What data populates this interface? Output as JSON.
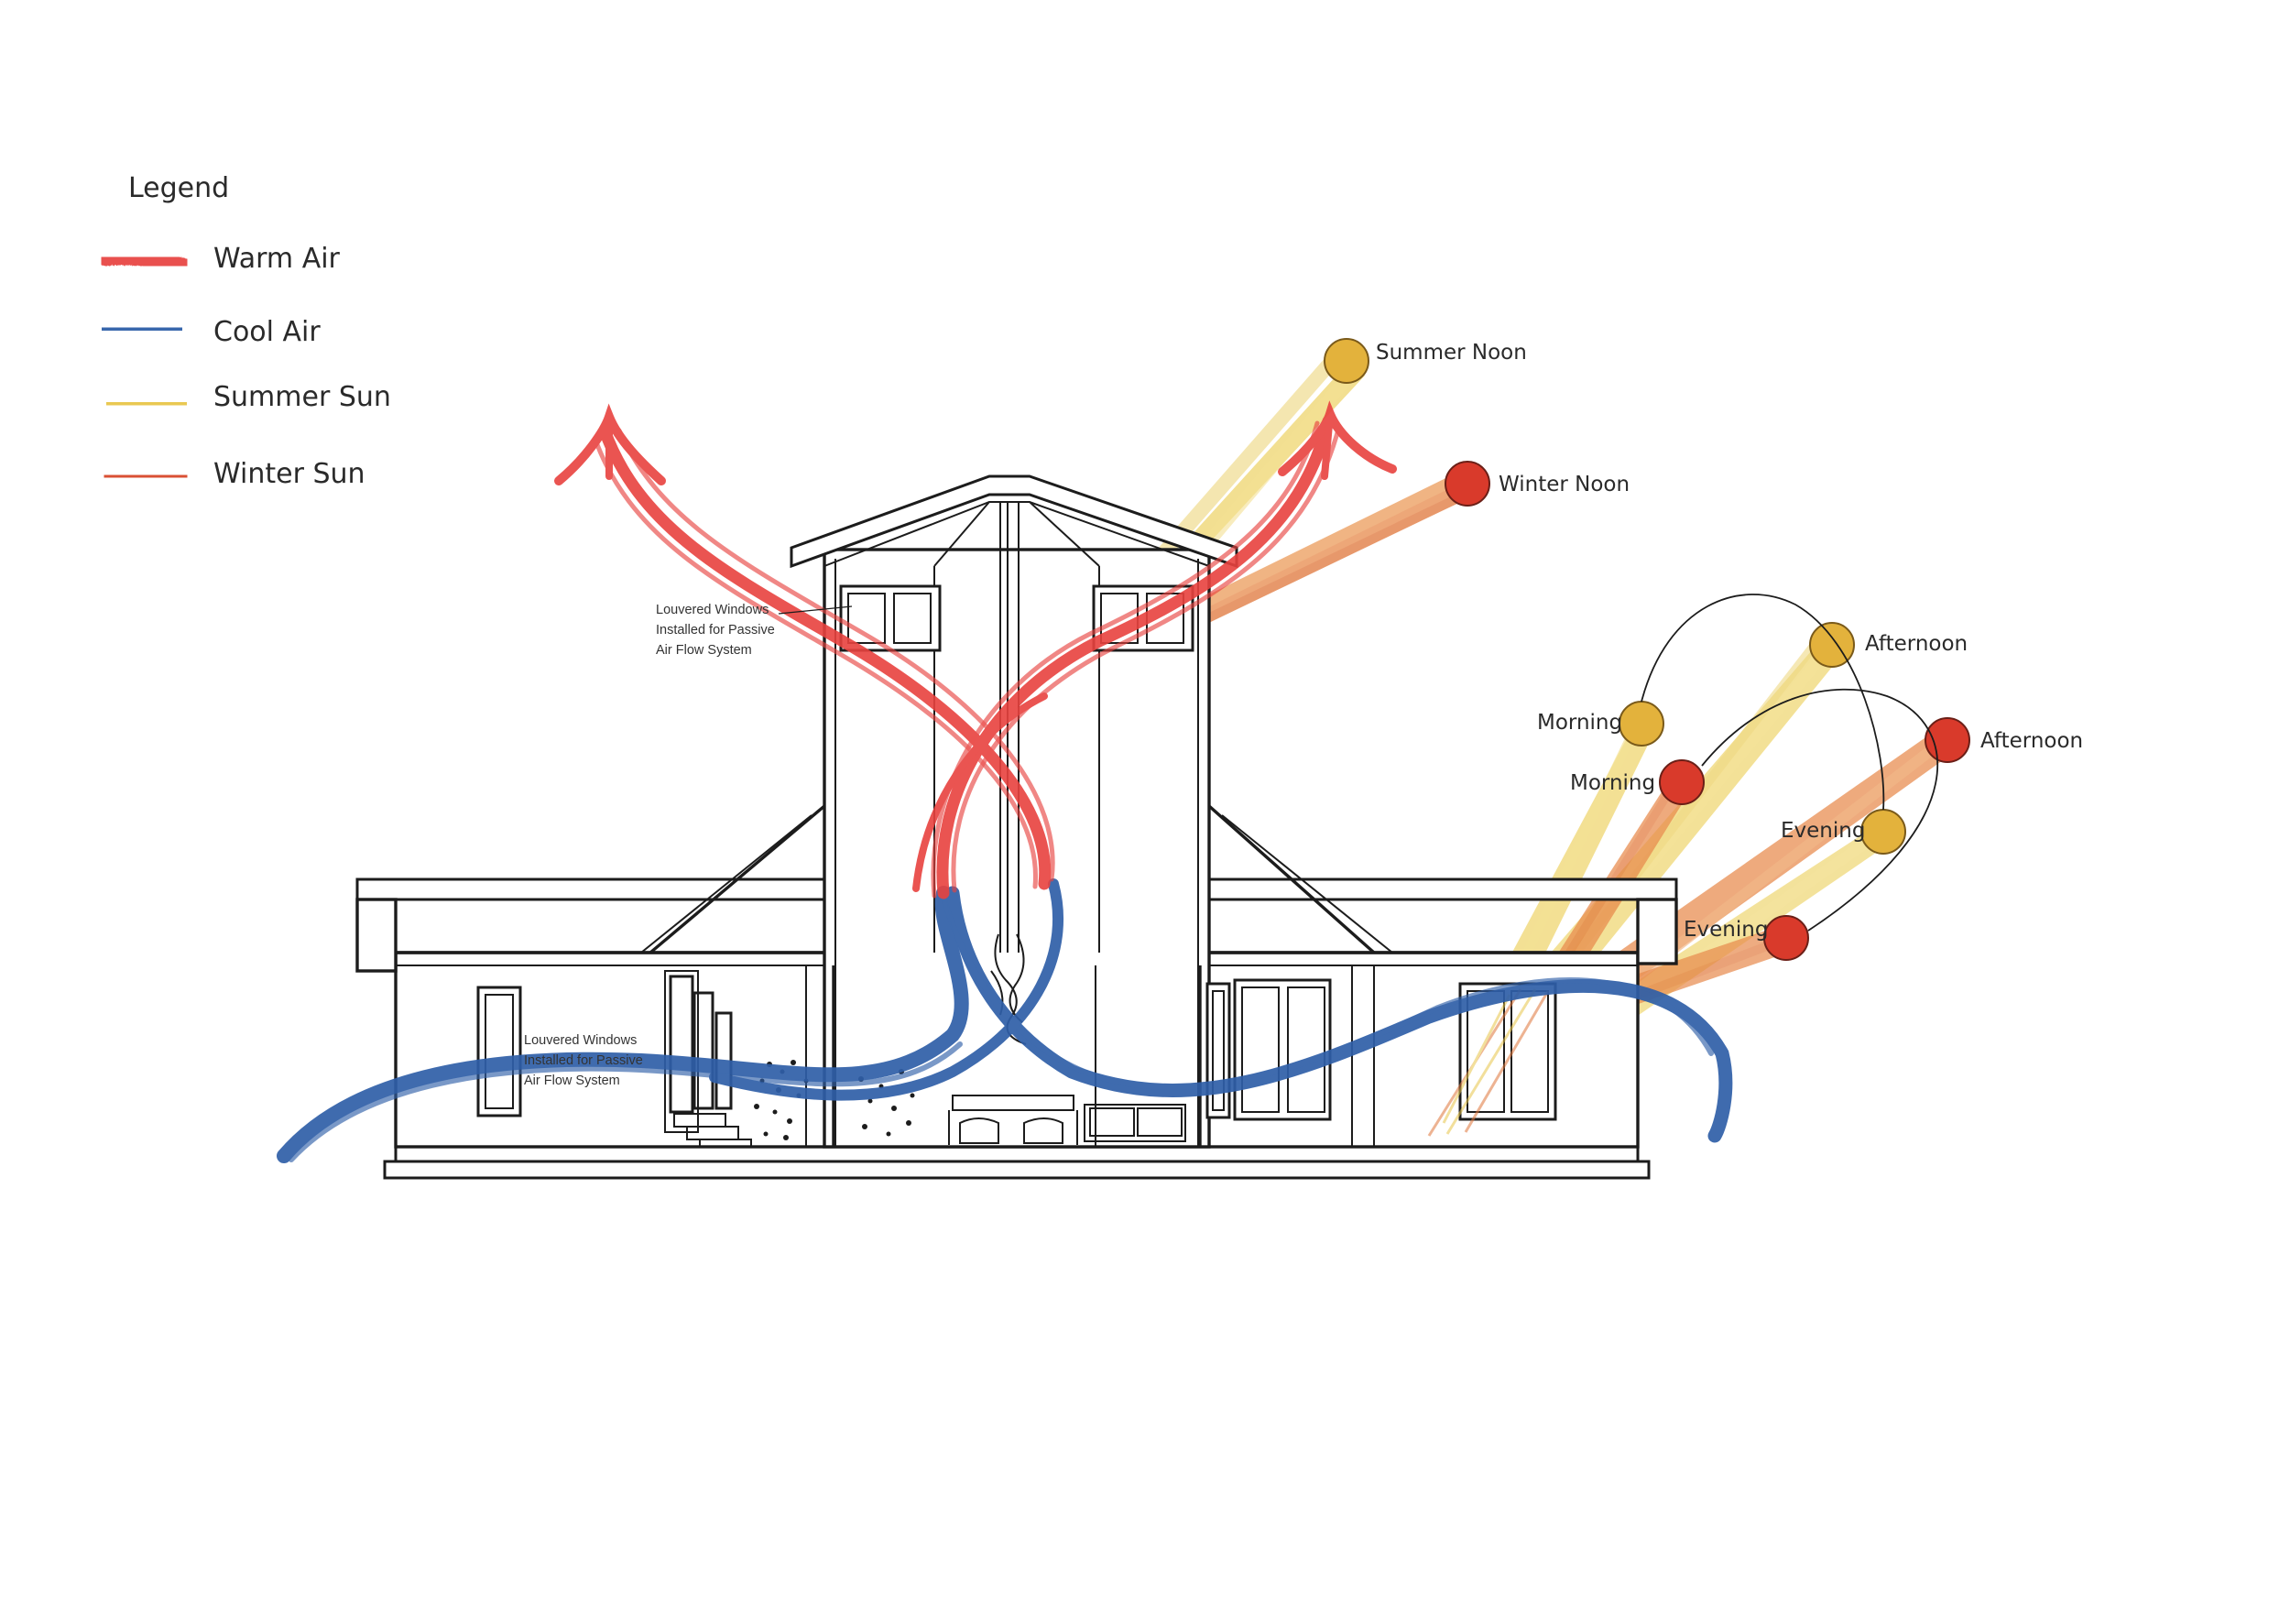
{
  "legend": {
    "title": "Legend",
    "items": [
      {
        "label": "Warm Air",
        "color": "#e8423f"
      },
      {
        "label": "Cool Air",
        "color": "#2f5fa8"
      },
      {
        "label": "Summer Sun",
        "color": "#e8c64a"
      },
      {
        "label": "Winter Sun",
        "color": "#d9462b"
      }
    ]
  },
  "sun_labels": {
    "summer_noon": "Summer Noon",
    "winter_noon": "Winter Noon",
    "summer_morning": "Morning",
    "summer_afternoon": "Afternoon",
    "summer_evening": "Evening",
    "winter_morning": "Morning",
    "winter_afternoon": "Afternoon",
    "winter_evening": "Evening"
  },
  "annotations": {
    "upper_louvers": [
      "Louvered Windows",
      "Installed for Passive",
      "Air Flow System"
    ],
    "lower_louvers": [
      "Louvered Windows",
      "Installed for Passive",
      "Air Flow System"
    ]
  },
  "colors": {
    "warm_air": "#e8423f",
    "cool_air": "#2f5fa8",
    "summer_sun": "#e8c64a",
    "summer_sun_disc": "#e3b23c",
    "winter_sun": "#e0763a",
    "winter_sun_disc": "#d93a2b",
    "linework": "#1c1c1c"
  }
}
